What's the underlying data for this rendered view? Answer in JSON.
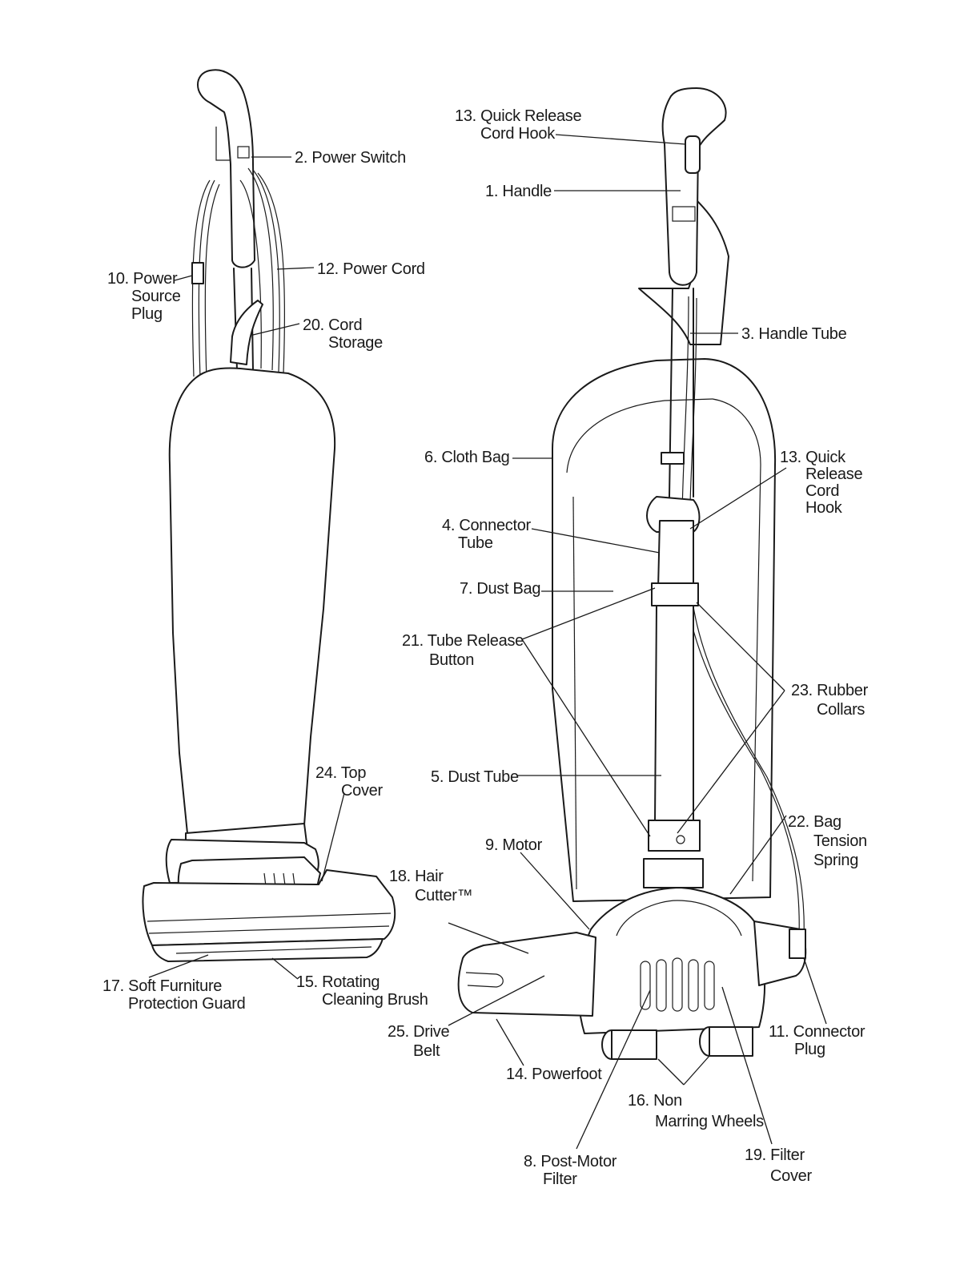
{
  "labels": {
    "power_switch": "2. Power Switch",
    "power_source_plug": [
      "10. Power",
      "Source",
      "Plug"
    ],
    "power_cord": "12. Power Cord",
    "cord_storage": [
      "20. Cord",
      "Storage"
    ],
    "top_cover": [
      "24. Top",
      "Cover"
    ],
    "soft_furniture_guard": [
      "17. Soft Furniture",
      "Protection Guard"
    ],
    "rotating_brush": [
      "15. Rotating",
      "Cleaning Brush"
    ],
    "quick_release_hook_top": [
      "13. Quick Release",
      "Cord Hook"
    ],
    "handle": "1. Handle",
    "handle_tube": "3. Handle Tube",
    "cloth_bag": "6. Cloth Bag",
    "quick_release_hook_side": [
      "13. Quick",
      "Release",
      "Cord",
      "Hook"
    ],
    "connector_tube": [
      "4. Connector",
      "Tube"
    ],
    "dust_bag": "7. Dust Bag",
    "tube_release_button": [
      "21. Tube Release",
      "Button"
    ],
    "rubber_collars": [
      "23. Rubber",
      "Collars"
    ],
    "dust_tube": "5. Dust Tube",
    "bag_tension_spring": [
      "22. Bag",
      "Tension",
      "Spring"
    ],
    "motor": "9. Motor",
    "hair_cutter": [
      "18. Hair",
      "Cutter™"
    ],
    "drive_belt": [
      "25. Drive",
      "Belt"
    ],
    "powerfoot": "14. Powerfoot",
    "connector_plug": [
      "11. Connector",
      "Plug"
    ],
    "non_marring_wheels": [
      "16. Non",
      "Marring Wheels"
    ],
    "post_motor_filter": [
      "8. Post-Motor",
      "Filter"
    ],
    "filter_cover": [
      "19. Filter",
      "Cover"
    ]
  }
}
